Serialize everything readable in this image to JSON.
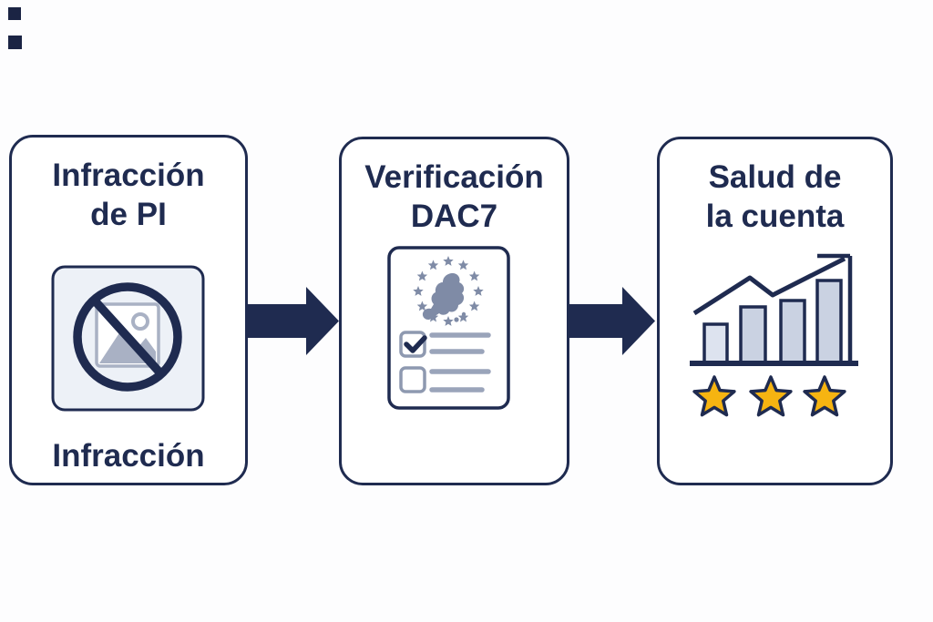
{
  "colors": {
    "navy": "#1f2b50",
    "star_yellow": "#f6b411",
    "muted_gray_blue": "#8e99b0",
    "bar_fill": "#cad2e2",
    "light_bar_fill": "#dde3ef",
    "icon_panel_fill": "#edf1f7"
  },
  "steps": [
    {
      "title_line1": "Infracción",
      "title_line2": "de PI",
      "caption": "Infracción",
      "icon": "no-image-prohibited-icon"
    },
    {
      "title_line1": "Verificación",
      "title_line2": "DAC7",
      "icon": "eu-document-checklist-icon",
      "checklist": {
        "items": 2,
        "checked": 1
      }
    },
    {
      "title_line1": "Salud de",
      "title_line2": "la cuenta",
      "icon": "growth-bar-chart-icon",
      "rating_stars": 3
    }
  ],
  "connectors": {
    "count": 2,
    "direction": "right"
  }
}
